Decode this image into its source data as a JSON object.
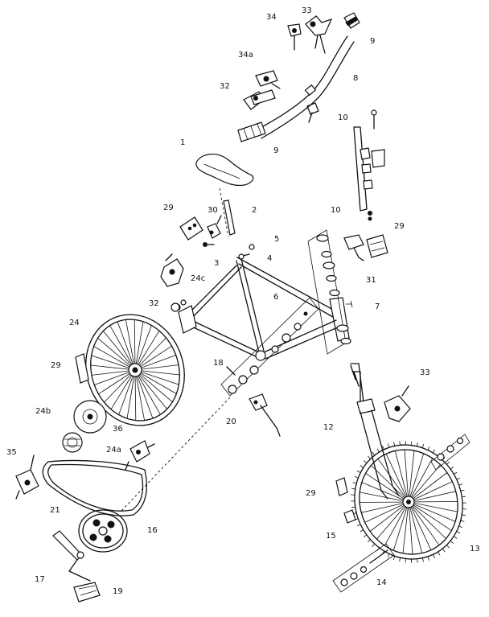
{
  "parts": [
    {
      "id": "p1",
      "label": "1"
    },
    {
      "id": "p2",
      "label": "2"
    },
    {
      "id": "p3",
      "label": "3"
    },
    {
      "id": "p4",
      "label": "4"
    },
    {
      "id": "p5",
      "label": "5"
    },
    {
      "id": "p6",
      "label": "6"
    },
    {
      "id": "p7",
      "label": "7"
    },
    {
      "id": "p8",
      "label": "8"
    },
    {
      "id": "p9a",
      "label": "9"
    },
    {
      "id": "p9b",
      "label": "9"
    },
    {
      "id": "p10a",
      "label": "10"
    },
    {
      "id": "p10b",
      "label": "10"
    },
    {
      "id": "p12",
      "label": "12"
    },
    {
      "id": "p13",
      "label": "13"
    },
    {
      "id": "p14",
      "label": "14"
    },
    {
      "id": "p15",
      "label": "15"
    },
    {
      "id": "p16",
      "label": "16"
    },
    {
      "id": "p17",
      "label": "17"
    },
    {
      "id": "p18",
      "label": "18"
    },
    {
      "id": "p19",
      "label": "19"
    },
    {
      "id": "p20",
      "label": "20"
    },
    {
      "id": "p21",
      "label": "21"
    },
    {
      "id": "p24",
      "label": "24"
    },
    {
      "id": "p24a",
      "label": "24a"
    },
    {
      "id": "p24b",
      "label": "24b"
    },
    {
      "id": "p24c",
      "label": "24c"
    },
    {
      "id": "p29a",
      "label": "29"
    },
    {
      "id": "p29b",
      "label": "29"
    },
    {
      "id": "p29c",
      "label": "29"
    },
    {
      "id": "p29d",
      "label": "29"
    },
    {
      "id": "p30",
      "label": "30"
    },
    {
      "id": "p31",
      "label": "31"
    },
    {
      "id": "p32a",
      "label": "32"
    },
    {
      "id": "p32b",
      "label": "32"
    },
    {
      "id": "p33a",
      "label": "33"
    },
    {
      "id": "p33b",
      "label": "33"
    },
    {
      "id": "p34",
      "label": "34"
    },
    {
      "id": "p34a",
      "label": "34a"
    },
    {
      "id": "p35",
      "label": "35"
    },
    {
      "id": "p36",
      "label": "36"
    }
  ]
}
